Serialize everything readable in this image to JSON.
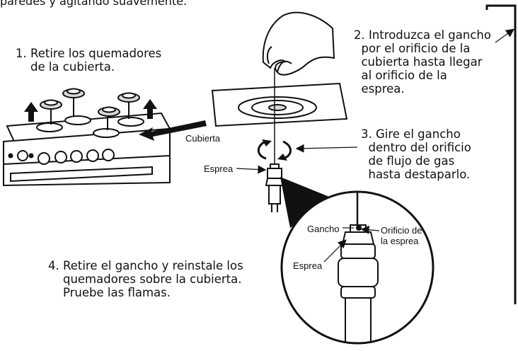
{
  "header_fragment": "paredes y agitando suavemente.",
  "steps": {
    "s1": "1. Retire los quemadores\n    de la cubierta.",
    "s2": "2. Introduzca el gancho\n  por el orificio de la\n  cubierta hasta llegar\n  al orificio de la\n  esprea.",
    "s3": "3. Gire el gancho\n  dentro del orificio\n  de flujo de gas\n  hasta destaparlo.",
    "s4": "4. Retire el gancho y reinstale los\n    quemadores sobre la cubierta.\n    Pruebe las flamas."
  },
  "labels": {
    "cubierta": "Cubierta",
    "esprea_top": "Esprea",
    "gancho": "Gancho",
    "orificio": "Orificio de\nla esprea",
    "esprea_detail": "Esprea"
  },
  "colors": {
    "line": "#111111",
    "fill": "#ffffff",
    "shade": "#d8d8d8"
  }
}
